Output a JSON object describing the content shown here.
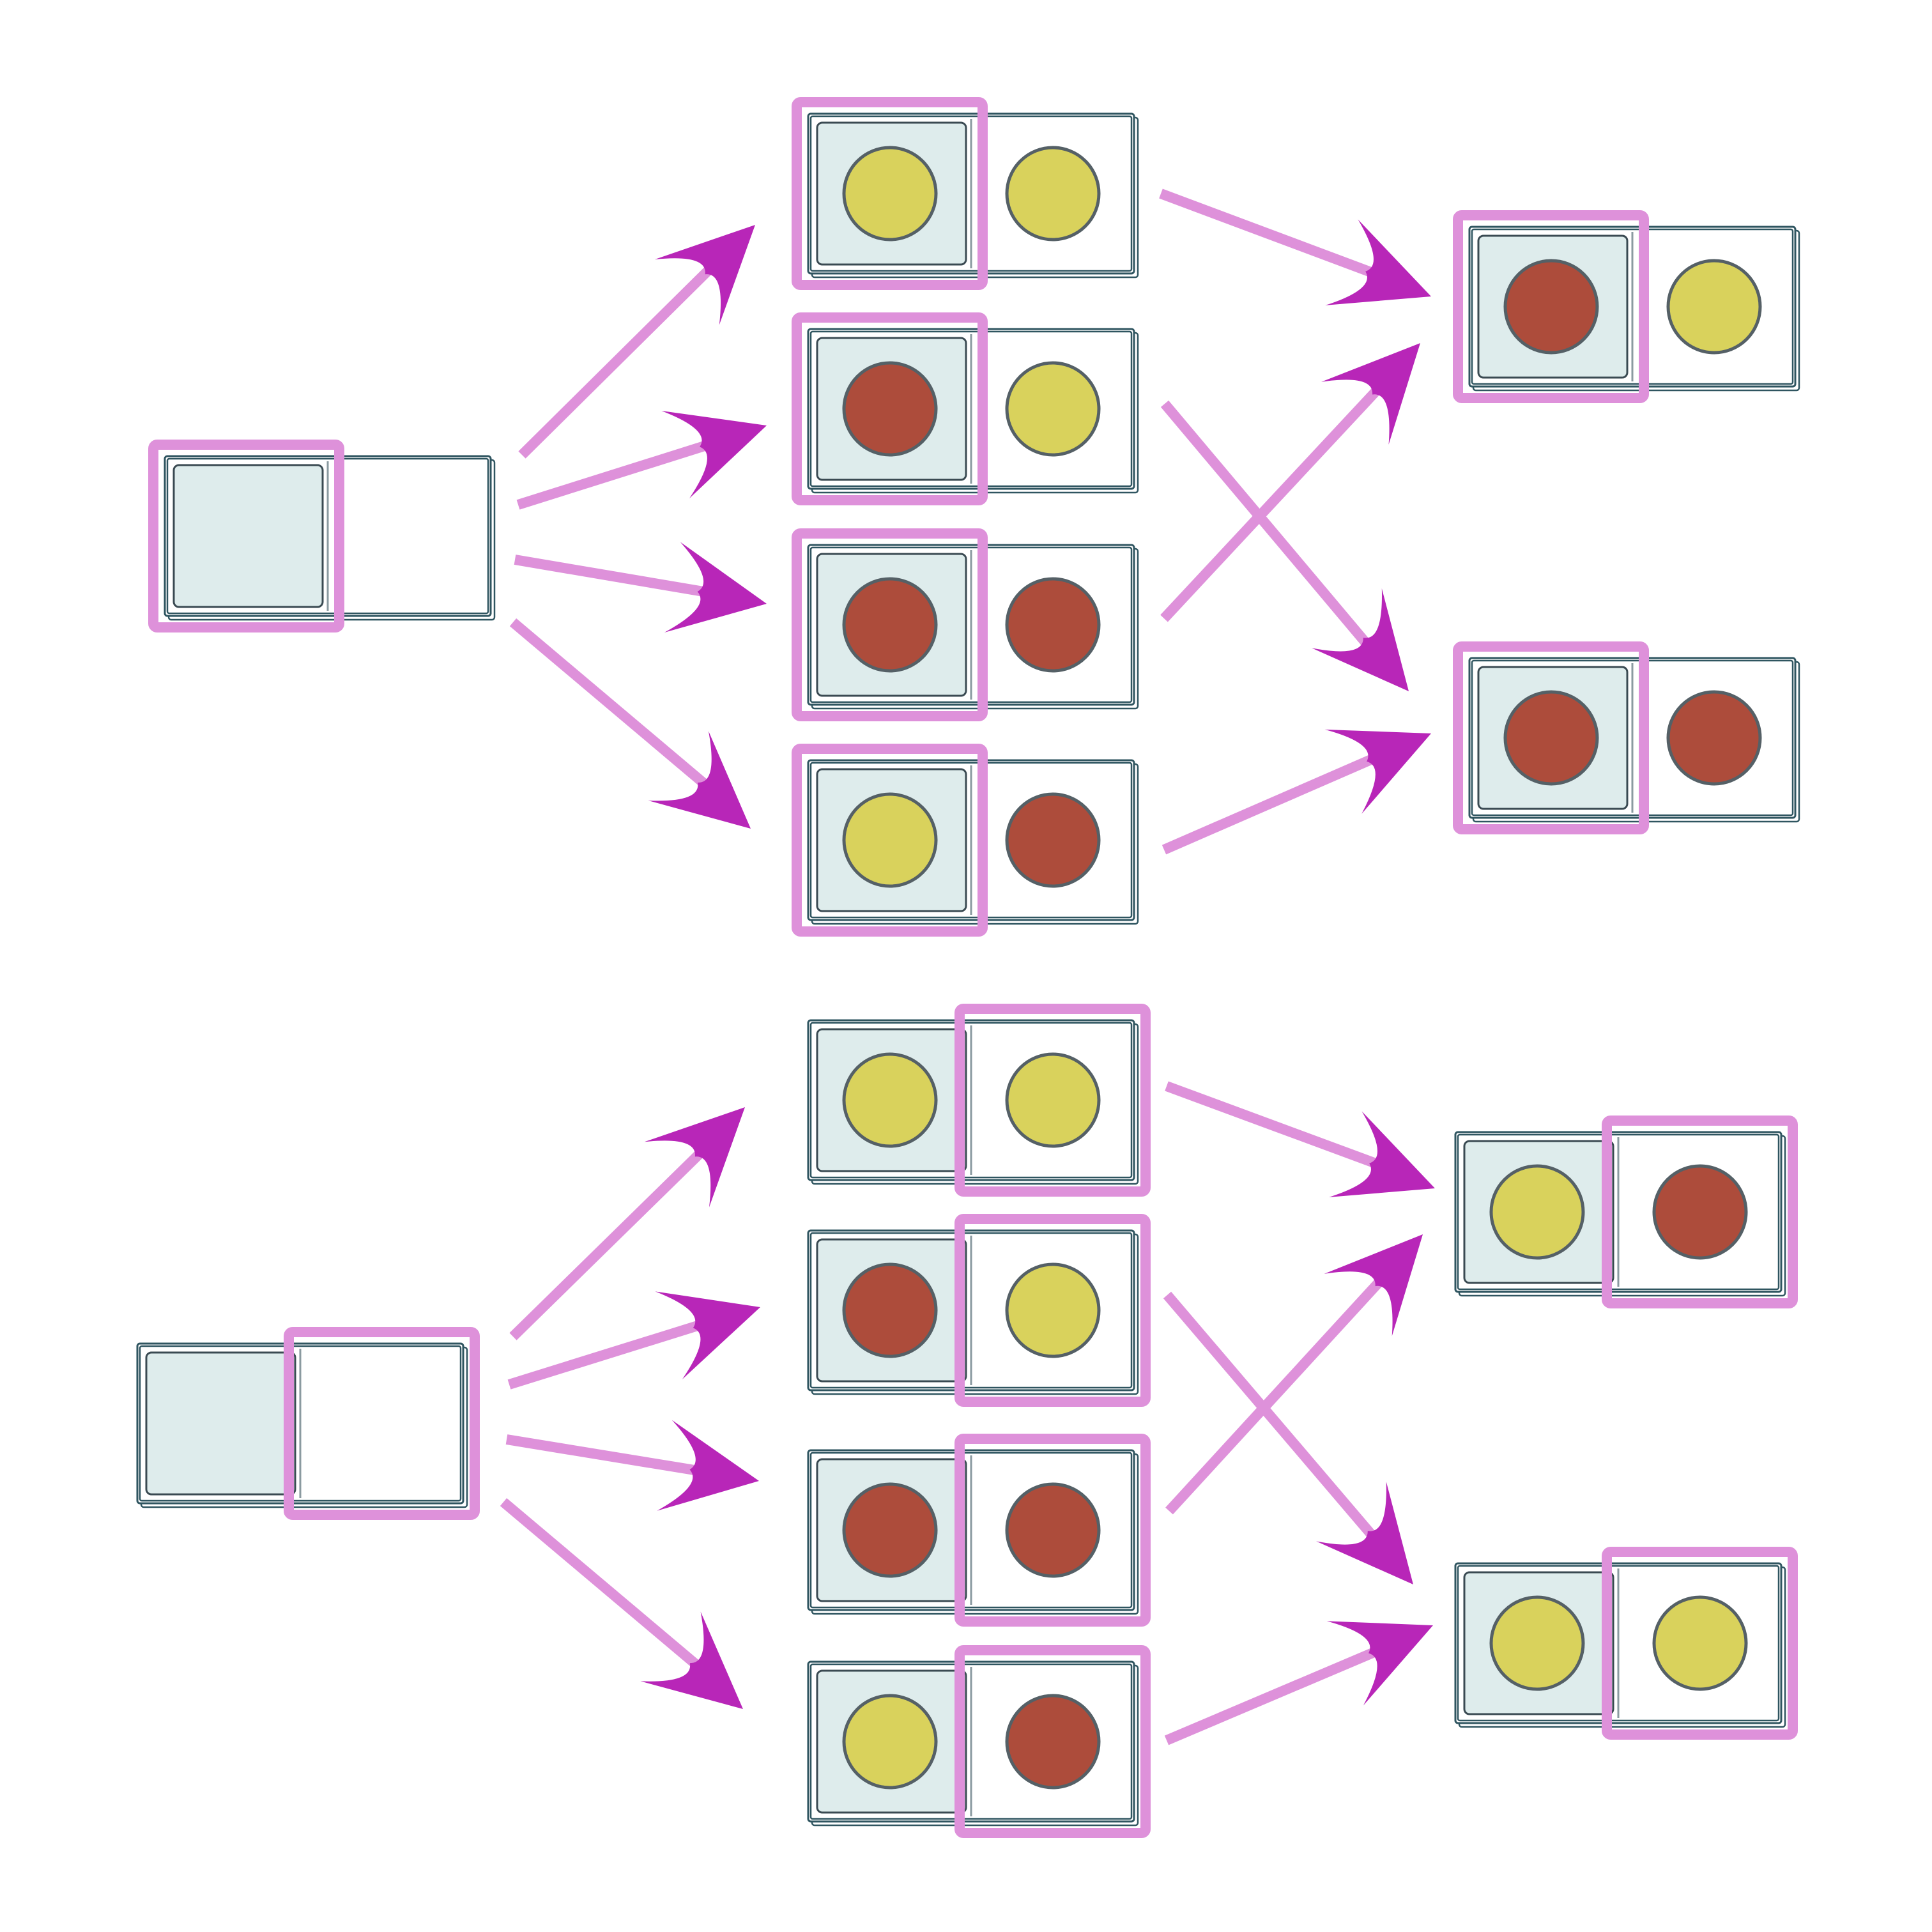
{
  "colors": {
    "background": "#ffffff",
    "empty_cell": "#deecec",
    "highlight": "#de91da",
    "arrow_line": "#de91da",
    "arrow_head": "#b826b8",
    "token_yellow": "#d9d25c",
    "token_red": "#ad4c3b"
  },
  "icons": {
    "arrow_head": "filled-curved-arrowhead",
    "token": "circle-token"
  },
  "groups": [
    {
      "name": "first-position",
      "highlighted_slot": "left",
      "start": {
        "left": "empty",
        "right": "empty"
      },
      "middle": [
        {
          "left": "yellow",
          "right": "yellow"
        },
        {
          "left": "red",
          "right": "yellow"
        },
        {
          "left": "red",
          "right": "red"
        },
        {
          "left": "yellow",
          "right": "red"
        }
      ],
      "end": [
        {
          "left": "red",
          "right": "yellow"
        },
        {
          "left": "red",
          "right": "red"
        }
      ],
      "transitions": [
        {
          "from": "middle-1",
          "to": "end-1"
        },
        {
          "from": "middle-2",
          "to": "end-2"
        },
        {
          "from": "middle-3",
          "to": "end-1"
        },
        {
          "from": "middle-4",
          "to": "end-2"
        }
      ]
    },
    {
      "name": "second-position",
      "highlighted_slot": "right",
      "start": {
        "left": "empty",
        "right": "empty"
      },
      "middle": [
        {
          "left": "yellow",
          "right": "yellow"
        },
        {
          "left": "red",
          "right": "yellow"
        },
        {
          "left": "red",
          "right": "red"
        },
        {
          "left": "yellow",
          "right": "red"
        }
      ],
      "end": [
        {
          "left": "yellow",
          "right": "red"
        },
        {
          "left": "yellow",
          "right": "yellow"
        }
      ],
      "transitions": [
        {
          "from": "middle-1",
          "to": "end-1"
        },
        {
          "from": "middle-2",
          "to": "end-2"
        },
        {
          "from": "middle-3",
          "to": "end-1"
        },
        {
          "from": "middle-4",
          "to": "end-2"
        }
      ]
    }
  ]
}
